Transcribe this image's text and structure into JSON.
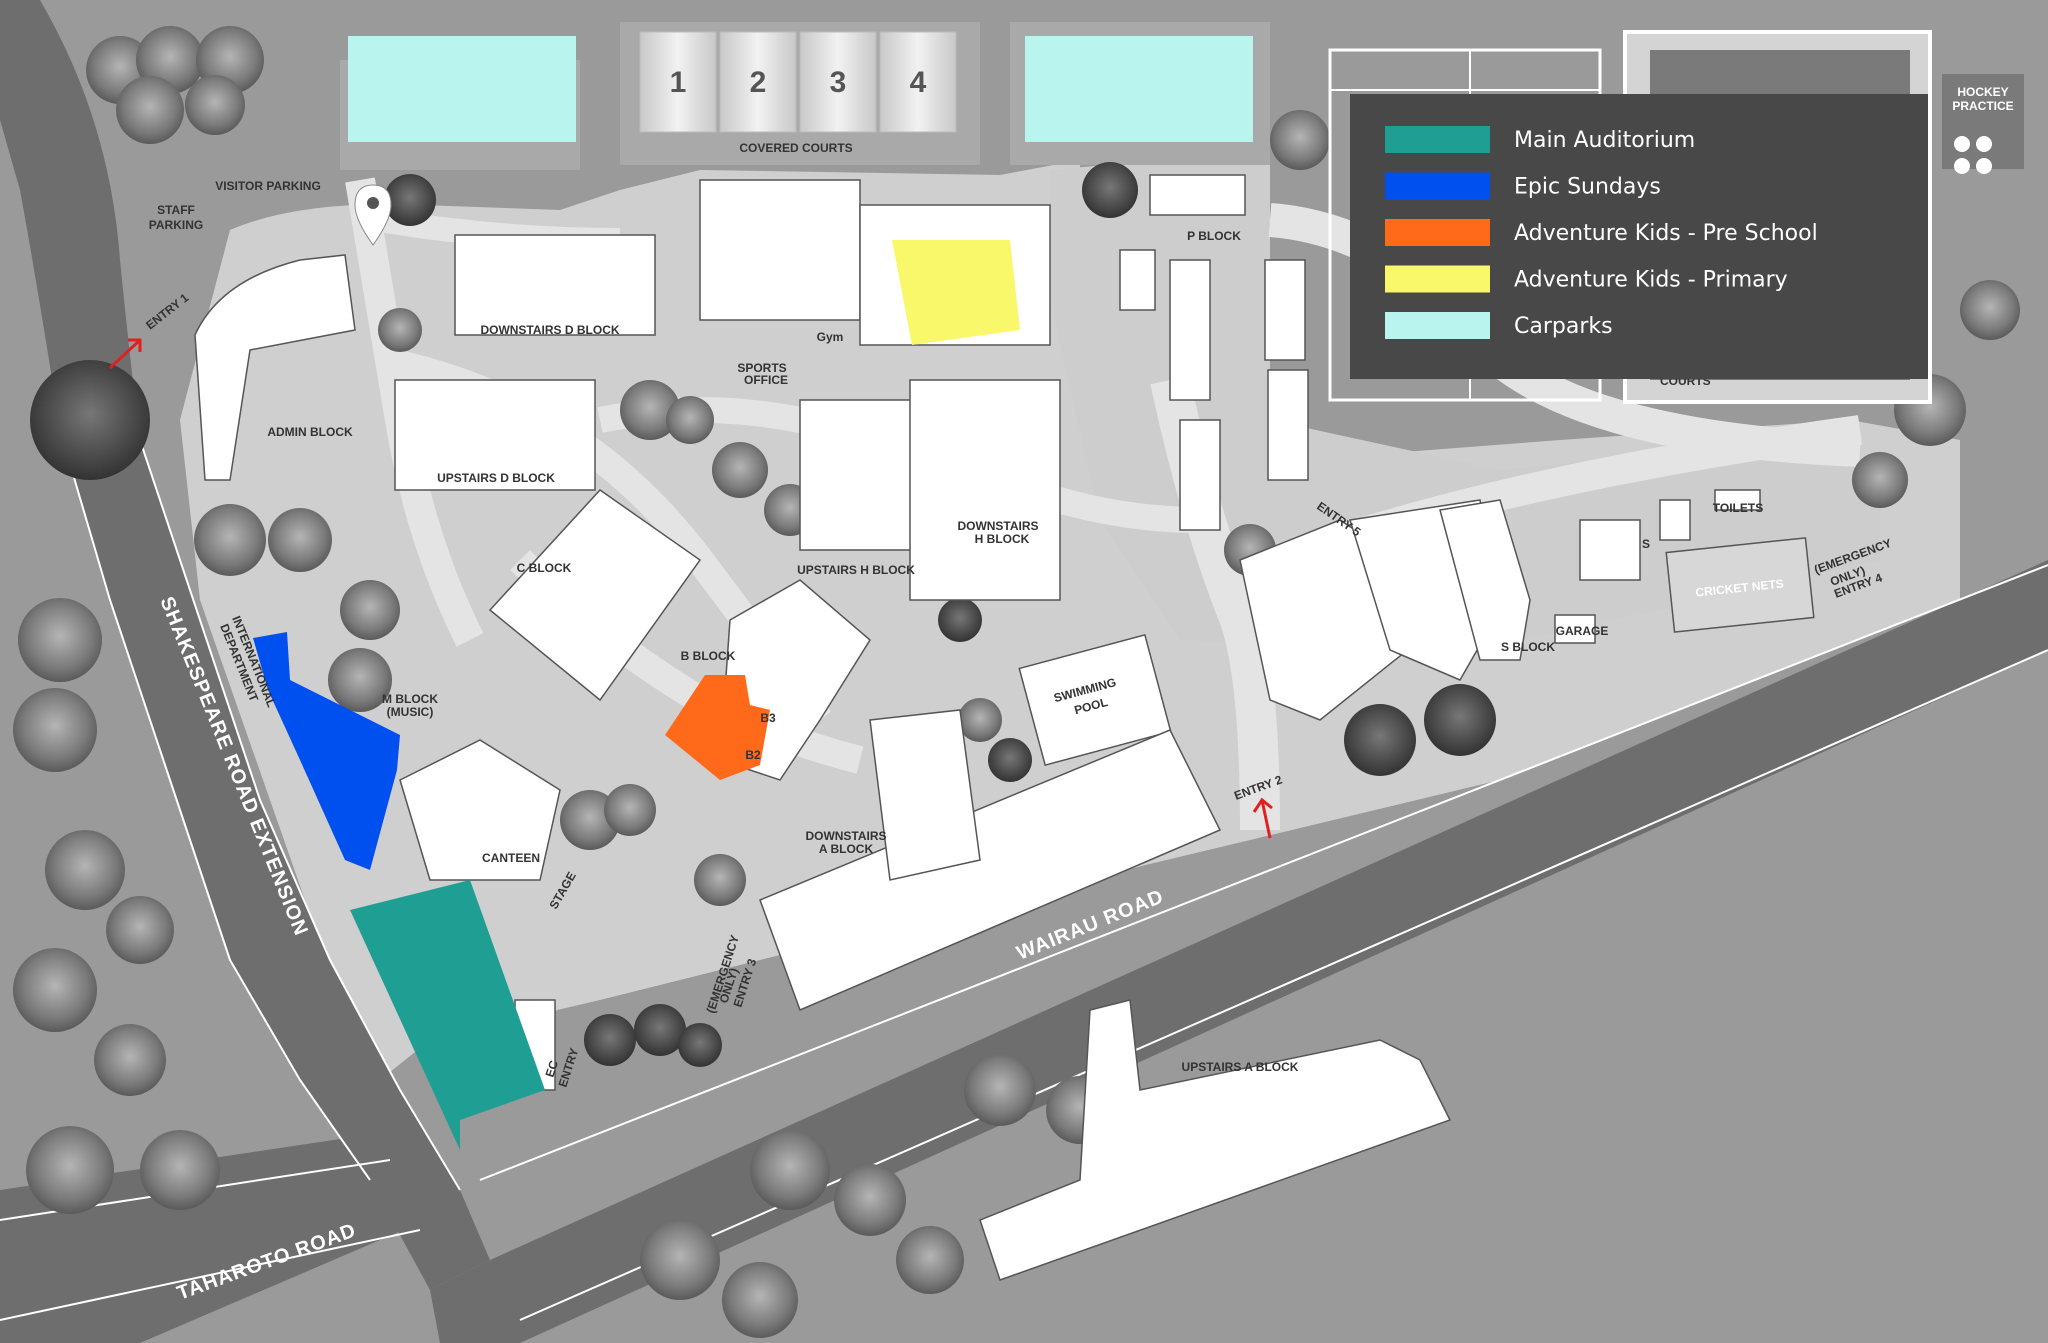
{
  "colors": {
    "main_auditorium": "#1f9e94",
    "epic_sundays": "#0050f0",
    "adventure_kids_pre_school": "#ff6a1a",
    "adventure_kids_primary": "#f8f86a",
    "carparks": "#b9f4ee",
    "legend_bg": "#484848",
    "ground": "#9a9a9a",
    "paths": "#d9d9d9",
    "buildings": "#ffffff"
  },
  "legend": [
    {
      "label": "Main Auditorium",
      "color": "#1f9e94"
    },
    {
      "label": "Epic Sundays",
      "color": "#0050f0"
    },
    {
      "label": "Adventure Kids - Pre School",
      "color": "#ff6a1a"
    },
    {
      "label": "Adventure Kids - Primary",
      "color": "#f8f86a"
    },
    {
      "label": "Carparks",
      "color": "#b9f4ee"
    }
  ],
  "roads": {
    "shakespeare": "SHAKESPEARE ROAD EXTENSION",
    "wairau": "WAIRAU ROAD",
    "taharoto": "TAHAROTO ROAD"
  },
  "courts": {
    "numbers": [
      "1",
      "2",
      "3",
      "4"
    ],
    "label": "COVERED COURTS",
    "courts_label": "COURTS"
  },
  "labels": {
    "visitor_parking": "VISITOR PARKING",
    "staff_parking_1": "STAFF",
    "staff_parking_2": "PARKING",
    "entry_1": "ENTRY 1",
    "entry_2": "ENTRY 2",
    "entry_5": "ENTRY 5",
    "entry_3_1": "(EMERGENCY",
    "entry_3_2": "ONLY)",
    "entry_3_3": "ENTRY 3",
    "entry_4_1": "(EMERGENCY",
    "entry_4_2": "ONLY)",
    "entry_4_3": "ENTRY 4",
    "downstairs_d": "DOWNSTAIRS D BLOCK",
    "upstairs_d": "UPSTAIRS D BLOCK",
    "admin": "ADMIN BLOCK",
    "gym": "Gym",
    "sports_office_1": "SPORTS",
    "sports_office_2": "OFFICE",
    "p_block": "P BLOCK",
    "c_block": "C BLOCK",
    "upstairs_h": "UPSTAIRS H BLOCK",
    "downstairs_h_1": "DOWNSTAIRS",
    "downstairs_h_2": "H BLOCK",
    "b_block": "B BLOCK",
    "b3": "B3",
    "b2": "B2",
    "intl_1": "INTERNATIONAL",
    "intl_2": "DEPARTMENT",
    "m_block_1": "M BLOCK",
    "m_block_2": "(MUSIC)",
    "canteen": "CANTEEN",
    "stage": "STAGE",
    "swimming_1": "SWIMMING",
    "swimming_2": "POOL",
    "downstairs_a_1": "DOWNSTAIRS",
    "downstairs_a_2": "A BLOCK",
    "upstairs_a": "UPSTAIRS A BLOCK",
    "ec_entry_1": "EC",
    "ec_entry_2": "ENTRY",
    "s_block": "S BLOCK",
    "garage": "GARAGE",
    "toilets": "TOILETS",
    "cricket_nets": "CRICKET NETS",
    "hockey_1": "HOCKEY",
    "hockey_2": "PRACTICE",
    "s_small": "S"
  },
  "map_pin": "map-pin-icon"
}
